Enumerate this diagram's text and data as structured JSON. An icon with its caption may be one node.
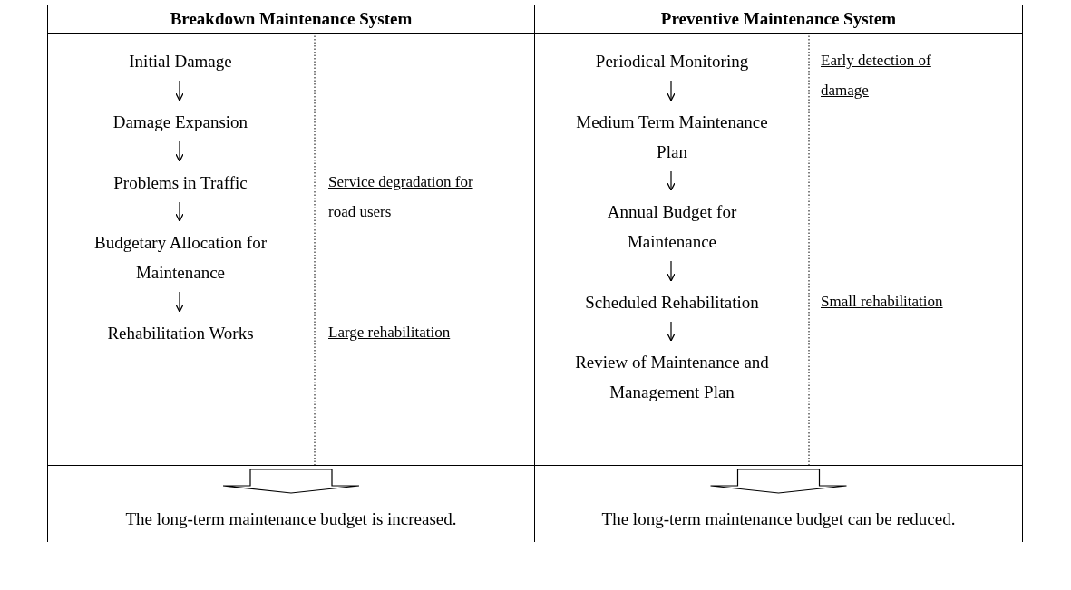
{
  "diagram": {
    "nodes": [
      {
        "text": [
          "Breakdown Maintenance System"
        ]
      },
      {
        "text": [
          "Initial Damage"
        ],
        "in": 0
      },
      {
        "text": [
          "Damage Expansion"
        ],
        "in": 0
      },
      {
        "text": [
          "Problems in Traffic"
        ],
        "in": 0
      },
      {
        "text": [
          "Budgetary Allocation for Maintenance"
        ],
        "in": 0
      },
      {
        "text": [
          "Rehabilitation Works"
        ],
        "in": 0
      },
      {
        "text": [
          "Preventive Maintenance System"
        ]
      },
      {
        "text": [
          "Periodical Monitoring"
        ],
        "in": 6
      },
      {
        "text": [
          "Medium Term Maintenance Plan"
        ],
        "in": 6
      },
      {
        "text": [
          "Annual Budget for Maintenance"
        ],
        "in": 6
      },
      {
        "text": [
          "Scheduled Rehabilitation"
        ],
        "in": 6
      },
      {
        "text": [
          "Review of Maintenance and Management Plan"
        ],
        "in": 6
      },
      {
        "text": [
          "The long-term maintenance budget is increased."
        ]
      },
      {
        "text": [
          "The long-term maintenance budget can be reduced."
        ]
      }
    ],
    "edges": [
      {
        "from": 1,
        "to": 2,
        "arrow": "to"
      },
      {
        "from": 2,
        "to": 3,
        "arrow": "to"
      },
      {
        "from": 3,
        "to": 4,
        "arrow": "to"
      },
      {
        "from": 4,
        "to": 5,
        "arrow": "to"
      },
      {
        "from": 7,
        "to": 8,
        "arrow": "to"
      },
      {
        "from": 8,
        "to": 9,
        "arrow": "to"
      },
      {
        "from": 9,
        "to": 10,
        "arrow": "to"
      },
      {
        "from": 10,
        "to": 11,
        "arrow": "to"
      },
      {
        "from": 0,
        "to": 12,
        "arrow": "to",
        "style": "thick"
      },
      {
        "from": 6,
        "to": 13,
        "arrow": "to",
        "style": "thick"
      }
    ],
    "labels": [
      "Early detection of damage",
      "Service degradation for road users",
      "Small rehabilitation",
      "Large rehabilitation"
    ]
  }
}
